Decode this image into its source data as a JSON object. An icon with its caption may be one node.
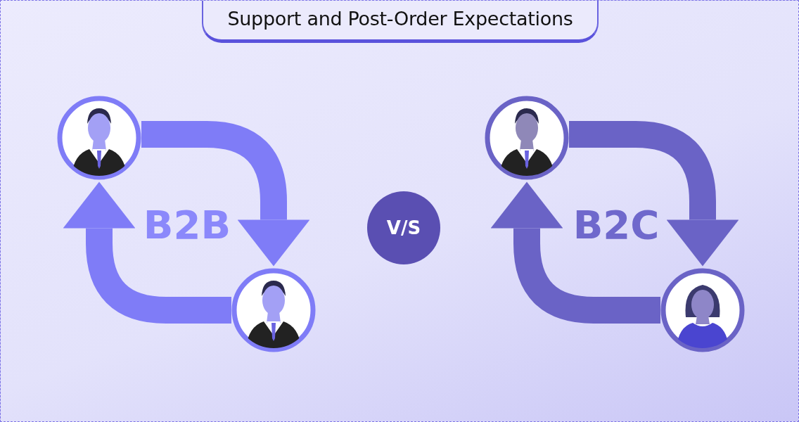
{
  "diagram": {
    "title": "Support and Post-Order Expectations",
    "nodes": [
      {
        "text": [],
        "shape": "person"
      },
      {
        "text": [
          "B2B"
        ]
      },
      {
        "text": [],
        "shape": "person"
      },
      {
        "text": [
          "V/S"
        ]
      },
      {
        "text": [],
        "shape": "person"
      },
      {
        "text": [
          "B2C"
        ]
      },
      {
        "text": [],
        "shape": "person"
      }
    ],
    "edges": [
      {
        "from": 0,
        "to": 2,
        "arrow": "to",
        "color": "#7f7cf7"
      },
      {
        "from": 2,
        "to": 0,
        "arrow": "to",
        "color": "#7f7cf7"
      },
      {
        "from": 4,
        "to": 6,
        "arrow": "to",
        "color": "#6a63c6"
      },
      {
        "from": 6,
        "to": 4,
        "arrow": "to",
        "color": "#6a63c6"
      }
    ]
  }
}
